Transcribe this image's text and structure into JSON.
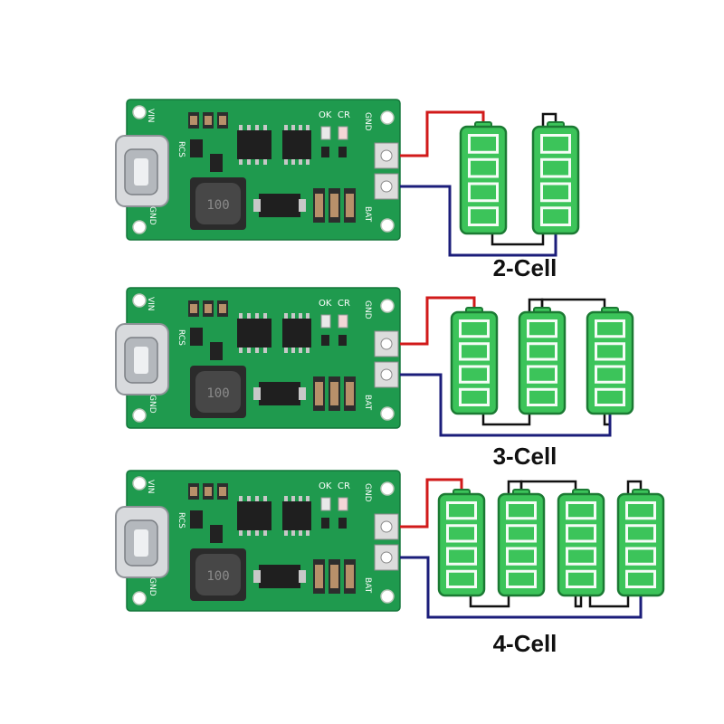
{
  "colors": {
    "pcb": "#1f9a4e",
    "pcb_dark": "#14763a",
    "battery_fill": "#3cc45a",
    "battery_stroke": "#1b7a33",
    "wire_positive": "#d11a1a",
    "wire_negative": "#1b1d7a",
    "wire_link": "#111111"
  },
  "board_labels": {
    "vin": "VIN",
    "rcs": "RCS",
    "gnd_left": "GND",
    "ok": "OK",
    "cr": "CR",
    "gnd_right": "GND",
    "bat": "BAT",
    "inductor": "100"
  },
  "configs": [
    {
      "cells": 2,
      "caption": "2-Cell"
    },
    {
      "cells": 3,
      "caption": "3-Cell"
    },
    {
      "cells": 4,
      "caption": "4-Cell"
    }
  ]
}
